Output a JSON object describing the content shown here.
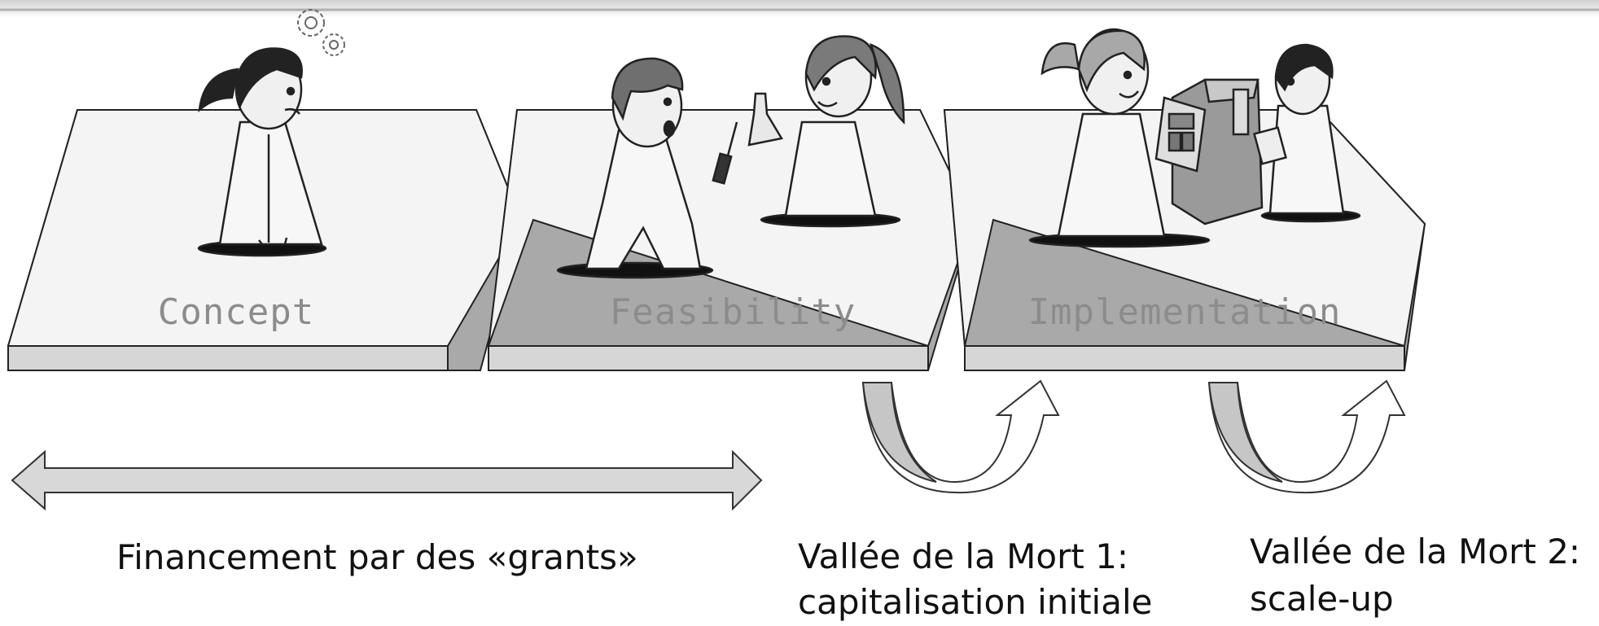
{
  "stages": [
    {
      "label": "Concept"
    },
    {
      "label": "Feasibility"
    },
    {
      "label": "Implementation"
    }
  ],
  "captions": {
    "grants": "Financement par des «grants»",
    "valley1_line1": "Vallée de la Mort 1:",
    "valley1_line2": "capitalisation initiale",
    "valley2_line1": "Vallée de la Mort 2:",
    "valley2_line2": "scale-up"
  }
}
